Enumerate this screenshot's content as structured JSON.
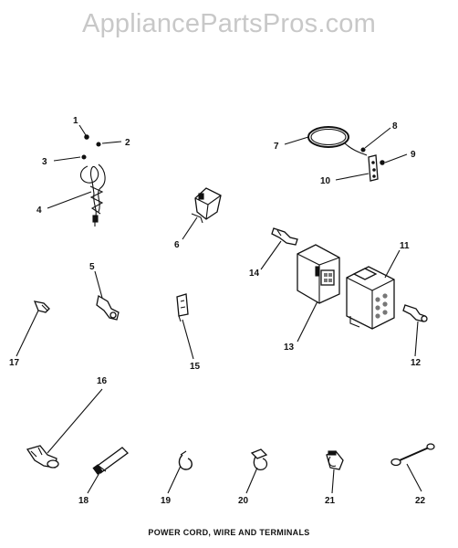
{
  "watermark": "AppliancePartsPros.com",
  "caption": "POWER CORD, WIRE AND TERMINALS",
  "callouts": {
    "c1": "1",
    "c2": "2",
    "c3": "3",
    "c4": "4",
    "c5": "5",
    "c6": "6",
    "c7": "7",
    "c8": "8",
    "c9": "9",
    "c10": "10",
    "c11": "11",
    "c12": "12",
    "c13": "13",
    "c14": "14",
    "c15": "15",
    "c16": "16",
    "c17": "17",
    "c18": "18",
    "c19": "19",
    "c20": "20",
    "c21": "21",
    "c22": "22"
  }
}
